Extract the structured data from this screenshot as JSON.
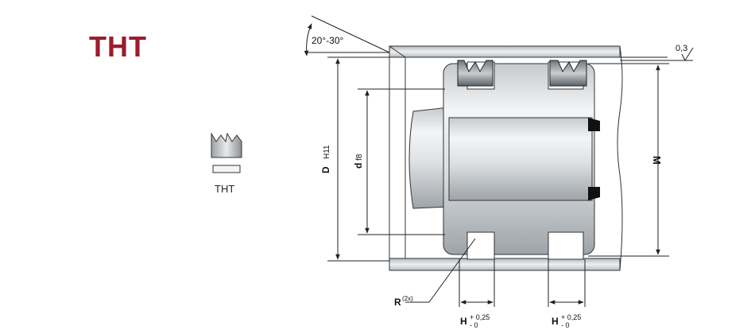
{
  "title": "THT",
  "profile_label": "THT",
  "dimensions": {
    "angle": "20°-30°",
    "roughness": "0,3",
    "D": "D",
    "D_tol": "H11",
    "d": "d",
    "d_tol": "f8",
    "M": "M",
    "R": "R",
    "R_note": "(2x)",
    "H1": "H",
    "H1_upper": "+ 0,25",
    "H1_lower": "- 0",
    "H2": "H",
    "H2_upper": "+ 0,25",
    "H2_lower": "- 0"
  },
  "colors": {
    "title": "#9b1c2c",
    "line": "#222222"
  }
}
